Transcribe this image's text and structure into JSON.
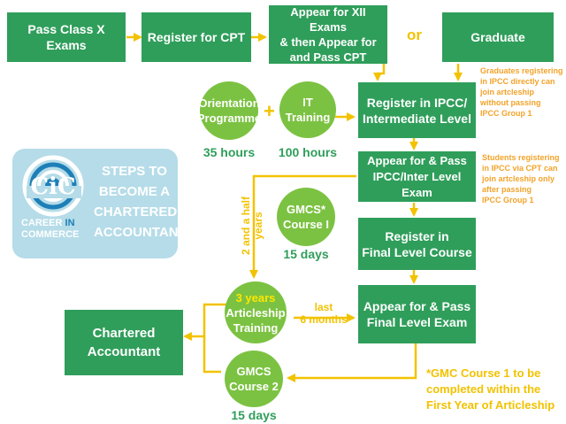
{
  "boxes": {
    "pass_class_x": "Pass Class X Exams",
    "register_cpt": "Register for CPT",
    "appear_xii": "Appear for XII Exams\n& then Appear for\nand Pass CPT",
    "graduate": "Graduate",
    "register_ipcc": "Register in IPCC/\nIntermediate Level",
    "appear_ipcc": "Appear for & Pass\nIPCC/Inter Level Exam",
    "register_final": "Register in\nFinal Level Course",
    "appear_final": "Appear for & Pass\nFinal Level Exam",
    "chartered": "Chartered\nAccountant"
  },
  "connector_word": "or",
  "plus_sign": "+",
  "circles": {
    "orientation": {
      "label": "Orientation\nProgramme",
      "duration": "35 hours"
    },
    "it_training": {
      "label": "IT\nTraining",
      "duration": "100 hours"
    },
    "gmcs1": {
      "label": "GMCS*\nCourse I",
      "duration": "15 days"
    },
    "articleship": {
      "highlight": "3 years",
      "label": "Articleship\nTraining"
    },
    "gmcs2": {
      "label": "GMCS\nCourse 2",
      "duration": "15 days"
    }
  },
  "notes": {
    "graduates": "Graduates registering\nin IPCC directly can\njoin artcleship\nwithout passing\nIPCC Group 1",
    "students": "Students registering\nin IPCC via CPT can\njoin artcleship only\nafter passing\nIPCC Group 1",
    "two_half_years": "2 and a half\nyears",
    "last_six_months": "last\n6 months",
    "footnote": "*GMC Course 1 to be\ncompleted within the\nFirst Year of Articleship"
  },
  "logo": {
    "initials": "CiC",
    "name_line1": "CAREER",
    "name_in": "IN",
    "name_line2": "COMMERCE",
    "title": "STEPS TO\nBECOME A\nCHARTERED\nACCOUNTANT"
  },
  "colors": {
    "box_green": "#2f9e5a",
    "circle_green": "#7cc242",
    "arrow_yellow": "#f2c200",
    "note_orange": "#f2a32a",
    "logo_bg": "#b5dce8",
    "logo_blue": "#1e7fb8"
  }
}
